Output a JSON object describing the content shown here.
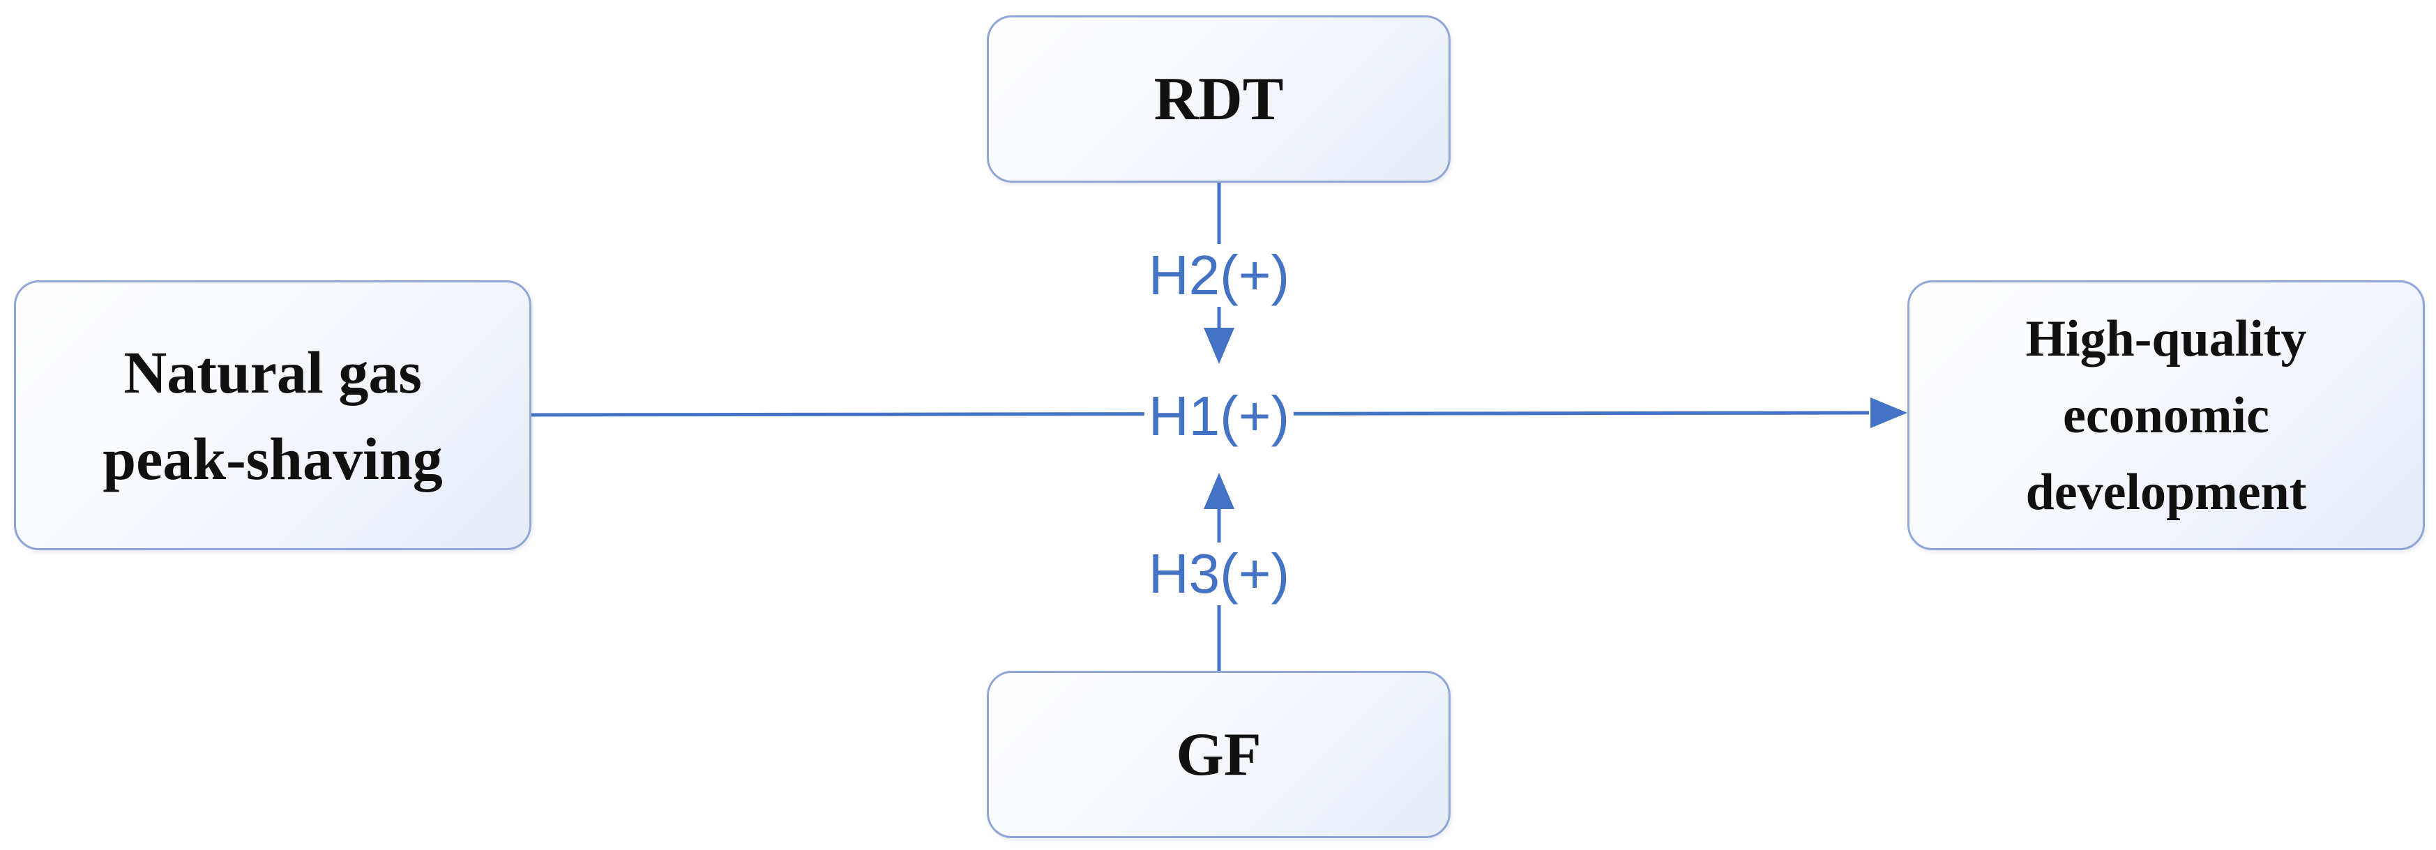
{
  "nodes": {
    "rdt": "RDT",
    "gf": "GF",
    "natural_gas_peak_shaving": "Natural gas\npeak-shaving",
    "high_quality_development": "High-quality\neconomic\ndevelopment"
  },
  "hypotheses": {
    "h1": "H1(+)",
    "h2": "H2(+)",
    "h3": "H3(+)"
  },
  "colors": {
    "arrow": "#4472c4",
    "node_border": "#8fa6d6",
    "text": "#111111"
  }
}
